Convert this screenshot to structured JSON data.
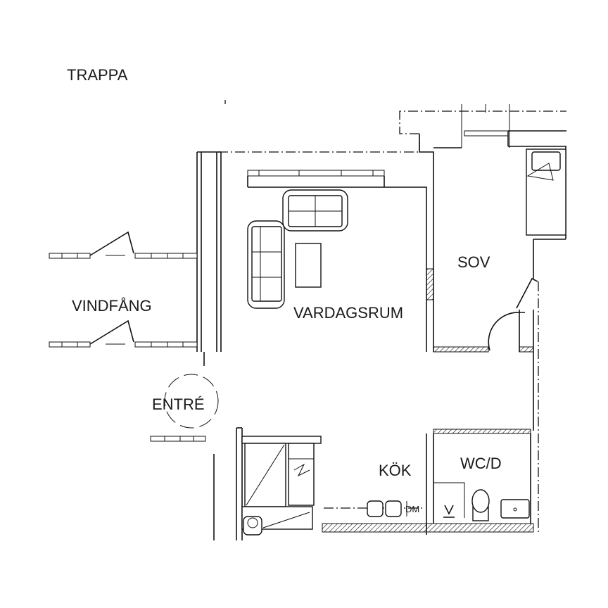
{
  "rooms": {
    "trappa": "TRAPPA",
    "vindfang": "VINDFÅNG",
    "entre": "ENTRÉ",
    "vardagsrum": "VARDAGSRUM",
    "sov": "SOV",
    "kok": "KÖK",
    "wcd": "WC/D"
  },
  "fixtures": {
    "dishwasher": "DM"
  }
}
